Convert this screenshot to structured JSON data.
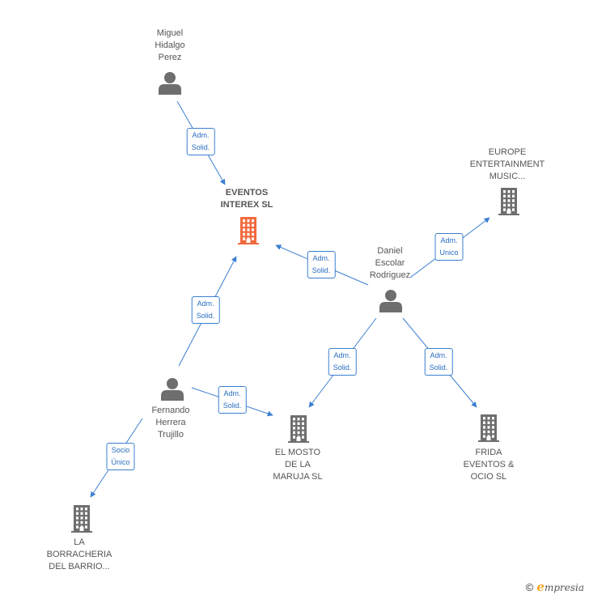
{
  "nodes": [
    {
      "id": "eventos",
      "type": "company-main",
      "label": [
        "EVENTOS",
        "INTEREX SL"
      ]
    },
    {
      "id": "miguel",
      "type": "person",
      "label": [
        "Miguel",
        "Hidalgo",
        "Perez"
      ]
    },
    {
      "id": "daniel",
      "type": "person",
      "label": [
        "Daniel",
        "Escolar",
        "Rodriguez"
      ]
    },
    {
      "id": "fernando",
      "type": "person",
      "label": [
        "Fernando",
        "Herrera",
        "Trujillo"
      ]
    },
    {
      "id": "europe",
      "type": "company",
      "label": [
        "EUROPE",
        "ENTERTAINMENT",
        "MUSIC..."
      ]
    },
    {
      "id": "mosto",
      "type": "company",
      "label": [
        "EL MOSTO",
        "DE LA",
        "MARUJA SL"
      ]
    },
    {
      "id": "frida",
      "type": "company",
      "label": [
        "FRIDA",
        "EVENTOS &",
        "OCIO SL"
      ]
    },
    {
      "id": "borracheria",
      "type": "company",
      "label": [
        "LA",
        "BORRACHERIA",
        "DEL BARRIO..."
      ]
    }
  ],
  "edges": [
    {
      "from": "miguel",
      "to": "eventos",
      "label": [
        "Adm.",
        "Solid."
      ]
    },
    {
      "from": "daniel",
      "to": "eventos",
      "label": [
        "Adm.",
        "Solid."
      ]
    },
    {
      "from": "fernando",
      "to": "eventos",
      "label": [
        "Adm.",
        "Solid."
      ]
    },
    {
      "from": "daniel",
      "to": "europe",
      "label": [
        "Adm.",
        "Unico"
      ]
    },
    {
      "from": "daniel",
      "to": "mosto",
      "label": [
        "Adm.",
        "Solid."
      ]
    },
    {
      "from": "daniel",
      "to": "frida",
      "label": [
        "Adm.",
        "Solid."
      ]
    },
    {
      "from": "fernando",
      "to": "mosto",
      "label": [
        "Adm.",
        "Solid."
      ]
    },
    {
      "from": "fernando",
      "to": "borracheria",
      "label": [
        "Socio",
        "Único"
      ]
    }
  ],
  "colors": {
    "edge": "#3a7fd0",
    "person_icon": "#6e6e6e",
    "company_icon": "#6e6e6e",
    "main_company_icon": "#f26a3d"
  },
  "footer": {
    "copyright_symbol": "©",
    "brand_initial": "e",
    "brand_rest": "mpresia"
  }
}
